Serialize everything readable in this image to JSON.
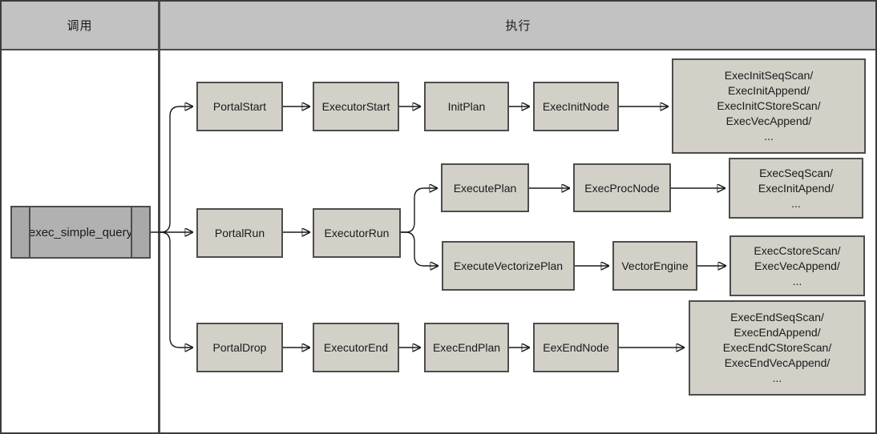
{
  "header": {
    "left": "调用",
    "right": "执行"
  },
  "colors": {
    "header_bg": "#c2c2c2",
    "node_bg": "#d3d0c8",
    "main_node_bg": "#b1b1b1",
    "border": "#4a4a4a",
    "line": "#1a1a1a"
  },
  "diagram": {
    "source": {
      "label": "exec_simple_query",
      "shape": "predefined-process"
    },
    "branches": [
      {
        "name": "start",
        "steps": [
          "PortalStart",
          "ExecutorStart",
          "InitPlan",
          "ExecInitNode"
        ],
        "result": "ExecInitSeqScan/\nExecInitAppend/\nExecInitCStoreScan/\nExecVecAppend/\n..."
      },
      {
        "name": "run",
        "steps": [
          "PortalRun",
          "ExecutorRun"
        ],
        "sub_branches": [
          {
            "steps": [
              "ExecutePlan",
              "ExecProcNode"
            ],
            "result": "ExecSeqScan/\nExecInitApend/\n..."
          },
          {
            "steps": [
              "ExecuteVectorizePlan",
              "VectorEngine"
            ],
            "result": "ExecCstoreScan/\nExecVecAppend/\n..."
          }
        ]
      },
      {
        "name": "end",
        "steps": [
          "PortalDrop",
          "ExecutorEnd",
          "ExecEndPlan",
          "EexEndNode"
        ],
        "result": "ExecEndSeqScan/\nExecEndAppend/\nExecEndCStoreScan/\nExecEndVecAppend/\n..."
      }
    ]
  }
}
